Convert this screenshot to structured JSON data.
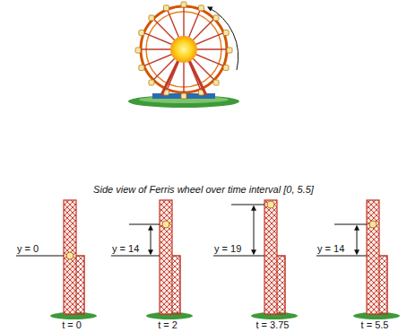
{
  "diagram": {
    "title": "Side view of Ferris wheel over time interval [0, 5.5]",
    "labels": [
      "y = 0",
      "t = 0",
      "y = 14",
      "t = 2",
      "y = 19",
      "t = 3.75",
      "y = 14",
      "t = 5.5"
    ]
  }
}
